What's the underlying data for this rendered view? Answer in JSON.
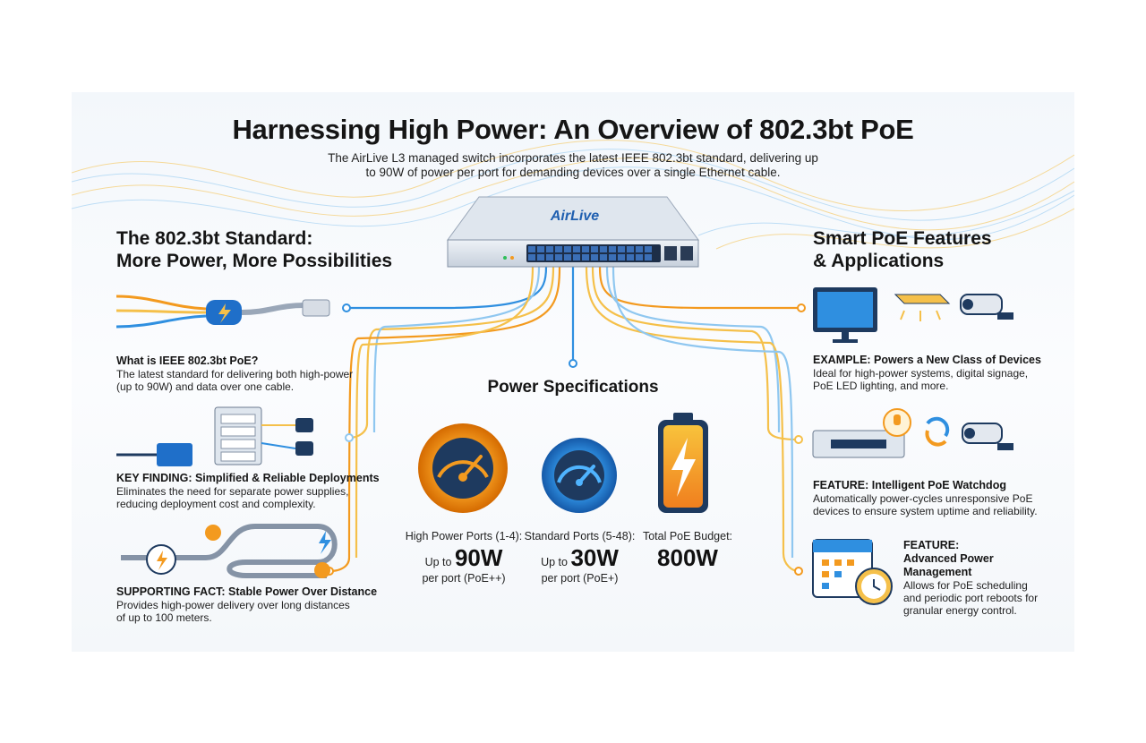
{
  "title": "Harnessing High Power: An Overview of 802.3bt PoE",
  "subtitle_line1": "The AirLive L3 managed switch incorporates the latest IEEE 802.3bt standard, delivering up",
  "subtitle_line2": "to 90W of power per port for demanding devices over a single Ethernet cable.",
  "switch": {
    "brand": "AirLive"
  },
  "left": {
    "heading_line1": "The 802.3bt Standard:",
    "heading_line2": "More Power, More Possibilities",
    "items": [
      {
        "title": "What is IEEE 802.3bt PoE?",
        "line1": "The latest standard for delivering both high-power",
        "line2": "(up to 90W) and data over one cable."
      },
      {
        "title": "KEY FINDING: Simplified & Reliable Deployments",
        "line1": "Eliminates the need for separate power supplies,",
        "line2": "reducing deployment cost and complexity."
      },
      {
        "title": "SUPPORTING FACT: Stable Power Over Distance",
        "line1": "Provides high-power delivery over long distances",
        "line2": "of up to 100 meters."
      }
    ]
  },
  "center": {
    "heading": "Power Specifications",
    "specs": [
      {
        "label": "High Power Ports (1-4):",
        "prefix": "Up to",
        "value": "90W",
        "suffix": "per port (PoE++)"
      },
      {
        "label": "Standard Ports (5-48):",
        "prefix": "Up to",
        "value": "30W",
        "suffix": "per port (PoE+)"
      },
      {
        "label": "Total PoE Budget:",
        "prefix": "",
        "value": "800W",
        "suffix": ""
      }
    ]
  },
  "right": {
    "heading_line1": "Smart PoE Features",
    "heading_line2": "& Applications",
    "items": [
      {
        "title": "EXAMPLE: Powers a New Class of Devices",
        "line1": "Ideal for high-power systems, digital signage,",
        "line2": "PoE LED lighting, and more."
      },
      {
        "title": "FEATURE: Intelligent PoE Watchdog",
        "line1": "Automatically power-cycles unresponsive PoE",
        "line2": "devices to ensure system uptime and reliability."
      },
      {
        "title_line1": "FEATURE:",
        "title_line2": "Advanced Power",
        "title_line3": "Management",
        "line1": "Allows for PoE scheduling",
        "line2": "and periodic port reboots for",
        "line3": "granular energy control."
      }
    ]
  },
  "colors": {
    "blue": "#2f8fe0",
    "orange": "#f39a1f",
    "yellow": "#f5c04a",
    "dark_navy": "#1e3a5f"
  }
}
